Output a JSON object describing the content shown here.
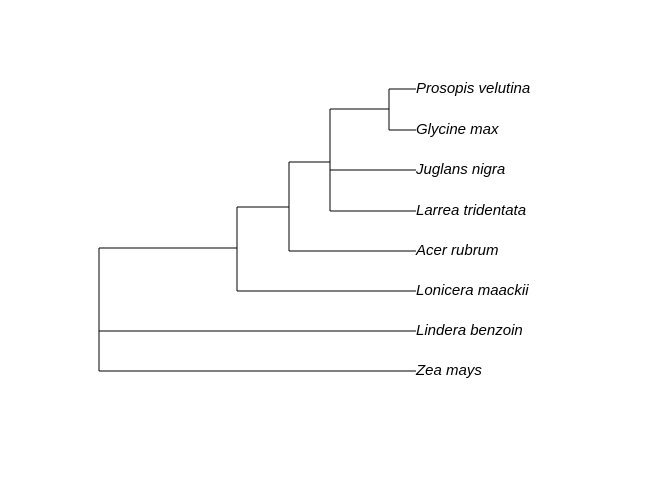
{
  "tree": {
    "taxa": [
      "Prosopis velutina",
      "Glycine max",
      "Juglans nigra",
      "Larrea tridentata",
      "Acer rubrum",
      "Lonicera maackii",
      "Lindera benzoin",
      "Zea mays"
    ],
    "newick": "((((((Prosopis velutina,Glycine max),Juglans nigra,Larrea tridentata),Acer rubrum),Lonicera maackii),Lindera benzoin,Zea mays);"
  }
}
